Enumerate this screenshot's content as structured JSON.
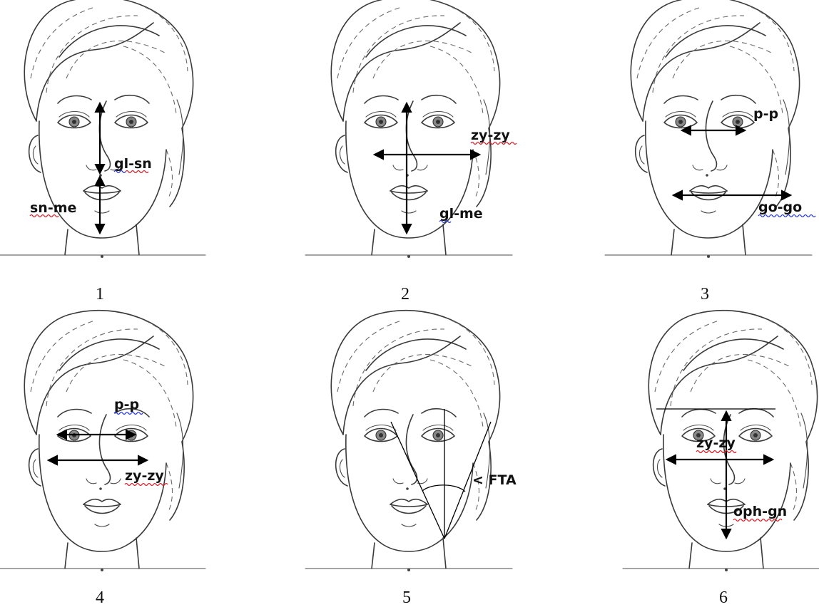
{
  "panels": [
    {
      "number": "1",
      "labels": [
        "gl-sn",
        "sn-me"
      ]
    },
    {
      "number": "2",
      "labels": [
        "zy-zy",
        "gl-me"
      ]
    },
    {
      "number": "3",
      "labels": [
        "p-p",
        "go-go"
      ]
    },
    {
      "number": "4",
      "labels": [
        "p-p",
        "zy-zy"
      ]
    },
    {
      "number": "5",
      "labels": [
        "< FTA"
      ]
    },
    {
      "number": "6",
      "labels": [
        "zy-zy",
        "oph-gn"
      ]
    }
  ],
  "colors": {
    "line": "#000000",
    "spellcheck_red": "#d9202a",
    "spellcheck_blue": "#2a3ad9"
  }
}
